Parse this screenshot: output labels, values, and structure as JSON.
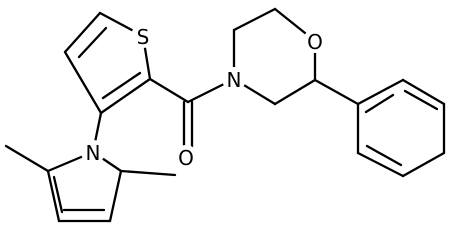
{
  "molecule": {
    "atoms": [
      {
        "id": "S1",
        "label": "S",
        "icon": "sulfur-atom"
      },
      {
        "id": "O1",
        "label": "O",
        "icon": "carbonyl-oxygen-atom"
      },
      {
        "id": "N1",
        "label": "N",
        "icon": "morpholine-nitrogen-atom"
      },
      {
        "id": "O2",
        "label": "O",
        "icon": "morpholine-oxygen-atom"
      },
      {
        "id": "N2",
        "label": "N",
        "icon": "pyrrole-nitrogen-atom"
      }
    ],
    "colors": {
      "bond": "#000000",
      "label": "#000000",
      "background": "#ffffff"
    }
  }
}
